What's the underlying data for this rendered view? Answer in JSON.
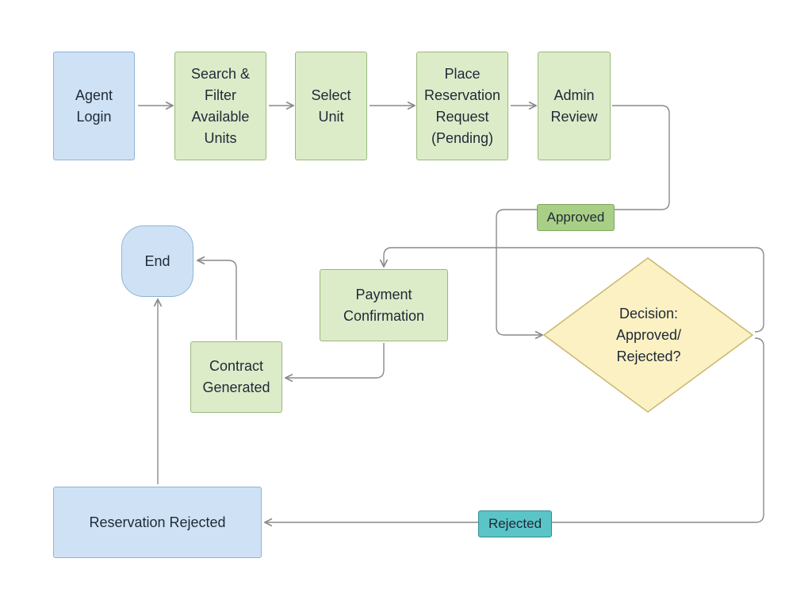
{
  "colors": {
    "start_fill": "#cfe2f5",
    "process_fill": "#dcecc9",
    "decision_fill": "#fbf1c3",
    "approved_tag": "#a9cf86",
    "rejected_tag": "#5bc4c7",
    "edge": "#8a8a8a"
  },
  "nodes": {
    "agent_login": "Agent\nLogin",
    "search_filter": "Search &\nFilter\nAvailable\nUnits",
    "select_unit": "Select\nUnit",
    "place_reservation": "Place\nReservation\nRequest\n(Pending)",
    "admin_review": "Admin\nReview",
    "decision": "Decision:\nApproved/\nRejected?",
    "payment_confirmation": "Payment\nConfirmation",
    "contract_generated": "Contract\nGenerated",
    "end": "End",
    "reservation_rejected": "Reservation Rejected"
  },
  "edge_labels": {
    "approved": "Approved",
    "rejected": "Rejected"
  }
}
